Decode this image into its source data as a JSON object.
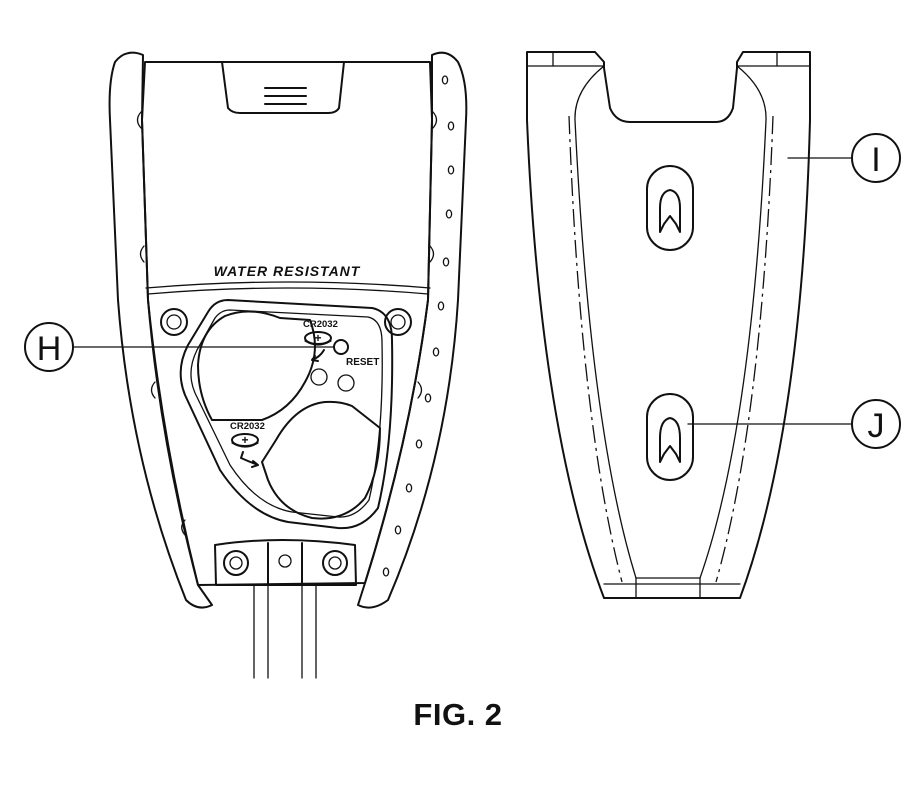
{
  "figure": {
    "caption": "FIG. 2"
  },
  "device": {
    "housing_text": "WATER RESISTANT",
    "battery_top_label": "CR2032",
    "battery_bottom_label": "CR2032",
    "reset_label": "RESET",
    "polarity_symbol": "+"
  },
  "callouts": {
    "h": "H",
    "i": "I",
    "j": "J"
  }
}
